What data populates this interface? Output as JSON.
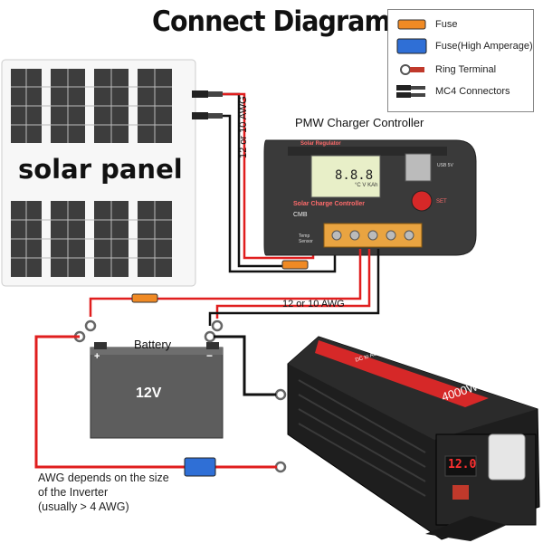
{
  "title": "Connect Diagram",
  "legend": {
    "items": [
      {
        "label": "Fuse",
        "icon": "fuse-icon"
      },
      {
        "label": "Fuse(High Amperage)",
        "icon": "high-amp-fuse-icon"
      },
      {
        "label": "Ring Terminal",
        "icon": "ring-terminal-icon"
      },
      {
        "label": "MC4 Connectors",
        "icon": "mc4-connector-icon"
      }
    ]
  },
  "solar_panel": {
    "label": "solar panel"
  },
  "controller": {
    "title": "PMW Charger Controller",
    "header": "Solar Regulator",
    "subtitle": "Solar Charge Controller",
    "brand": "CMB",
    "temp_label": "Temp Sensor",
    "usb_label": "USB 5V",
    "set_label": "SET",
    "lcd_digits": "8.8.8",
    "lcd_units": "°C V KAh"
  },
  "wire_labels": {
    "vertical": "12 or 10 AWG",
    "horizontal": "12 or 10 AWG"
  },
  "battery": {
    "label": "Battery",
    "voltage": "12V",
    "plus": "+",
    "minus": "−"
  },
  "inverter": {
    "power": "4000W",
    "display": "12.0",
    "model": "DC to AC Power Inverter"
  },
  "note": {
    "line1": "AWG depends on the size",
    "line2": "of the Inverter",
    "line3": "(usually  > 4 AWG)"
  },
  "colors": {
    "red_wire": "#e01e1e",
    "black_wire": "#111111",
    "fuse": "#f08a24",
    "high_amp_fuse": "#2f6fd6",
    "battery_body": "#5d5d5d",
    "inverter_accent": "#d62828"
  }
}
